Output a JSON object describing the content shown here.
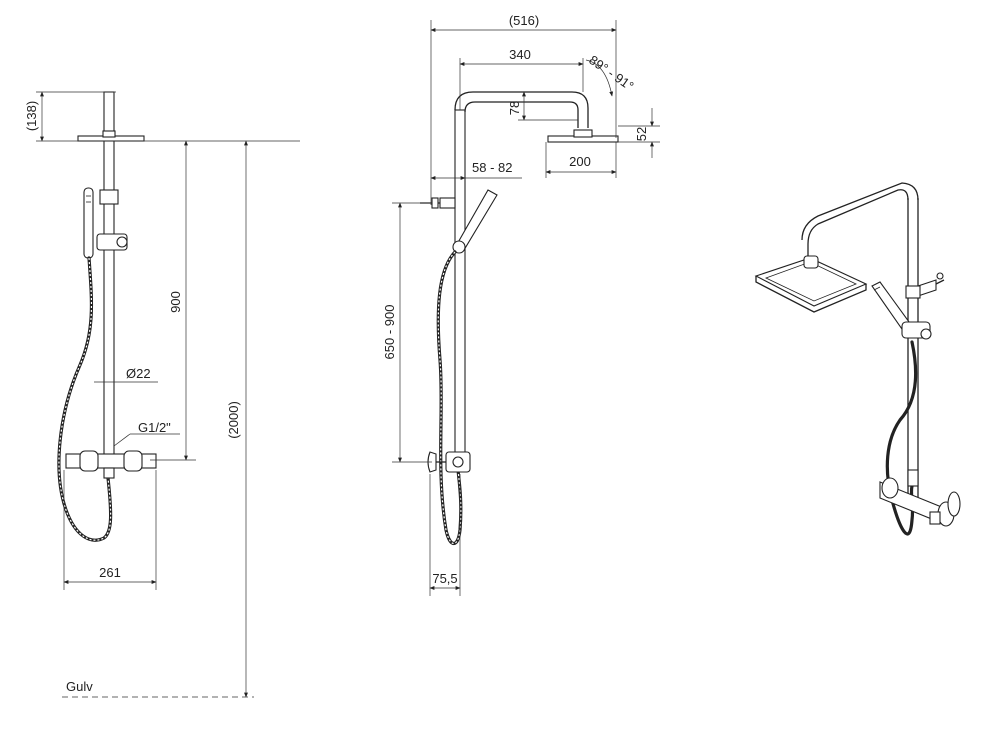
{
  "labels": {
    "front_height_head": "(138)",
    "front_rail": "900",
    "front_total": "(2000)",
    "front_diameter": "Ø22",
    "front_thread": "G1/2\"",
    "front_width": "261",
    "floor": "Gulv",
    "side_total_reach": "(516)",
    "side_arm": "340",
    "side_angle": "89° - 91°",
    "side_drop": "78",
    "side_head_thickness": "52",
    "side_head_width": "200",
    "side_wall_offset": "58 - 82",
    "side_adjust_range": "650 - 900",
    "side_mixer_depth": "75,5"
  },
  "colors": {
    "line": "#222222",
    "background": "#ffffff"
  }
}
